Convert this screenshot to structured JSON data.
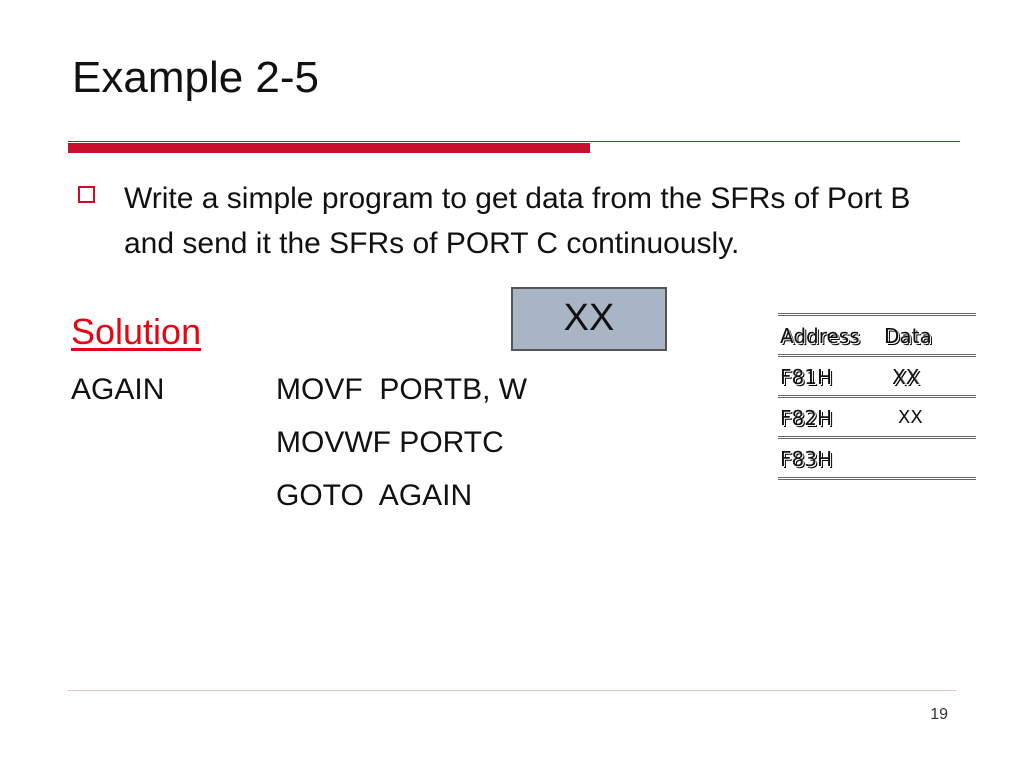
{
  "slide": {
    "title": "Example 2-5",
    "task": "Write a simple program to get data from the SFRs of Port B and send it the SFRs of PORT C continuously.",
    "solution_label": "Solution",
    "code": {
      "label": "AGAIN",
      "lines": [
        "MOVF  PORTB, W",
        "MOVWF PORTC",
        "GOTO  AGAIN"
      ]
    },
    "register_box": "XX",
    "memory_table": {
      "header": {
        "address": "Address",
        "data": "Data"
      },
      "rows": [
        {
          "address": "F81H",
          "data": "XX"
        },
        {
          "address": "F82H",
          "data": "XX"
        },
        {
          "address": "F83H",
          "data": ""
        }
      ]
    },
    "page_number": "19"
  },
  "colors": {
    "accent_red": "#c8102e",
    "solution_red": "#e30613",
    "box_fill": "#a7b5c5"
  }
}
